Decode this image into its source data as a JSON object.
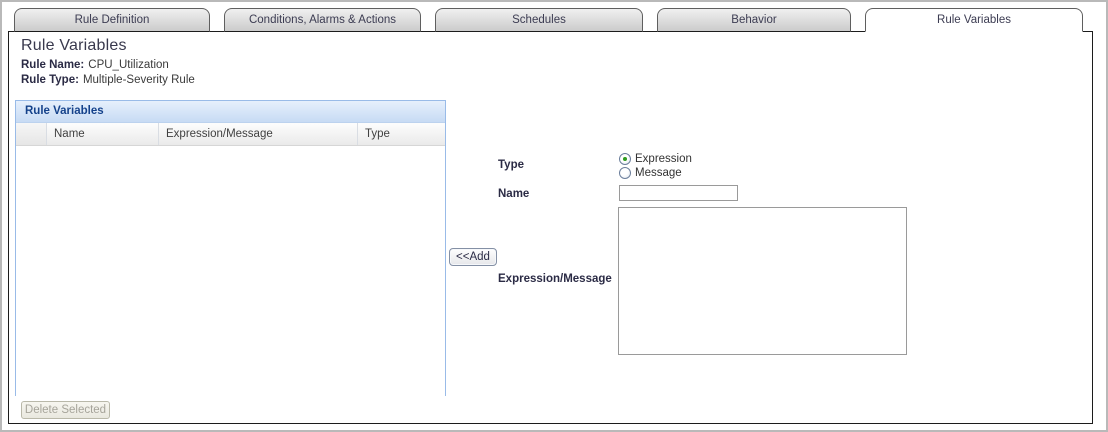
{
  "tabs": [
    {
      "label": "Rule Definition",
      "active": false
    },
    {
      "label": "Conditions, Alarms & Actions",
      "active": false
    },
    {
      "label": "Schedules",
      "active": false
    },
    {
      "label": "Behavior",
      "active": false
    },
    {
      "label": "Rule Variables",
      "active": true
    }
  ],
  "page": {
    "title": "Rule Variables",
    "rule_name_label": "Rule Name:",
    "rule_name_value": "CPU_Utilization",
    "rule_type_label": "Rule Type:",
    "rule_type_value": "Multiple-Severity Rule"
  },
  "grid": {
    "title": "Rule Variables",
    "columns": [
      "",
      "Name",
      "Expression/Message",
      "Type"
    ],
    "rows": [],
    "delete_button_label": "Delete Selected",
    "delete_button_enabled": false
  },
  "form": {
    "type_label": "Type",
    "type_options": [
      {
        "label": "Expression",
        "selected": true
      },
      {
        "label": "Message",
        "selected": false
      }
    ],
    "name_label": "Name",
    "name_value": "",
    "add_button_label": "<<Add",
    "expression_label": "Expression/Message",
    "expression_value": ""
  },
  "colors": {
    "panel_title_blue": "#15428b",
    "panel_border_blue": "#99bbe8",
    "radio_selected_green": "#2f9c1f",
    "tab_gray": "#cbcbcb",
    "content_border": "#1c1c1c"
  }
}
